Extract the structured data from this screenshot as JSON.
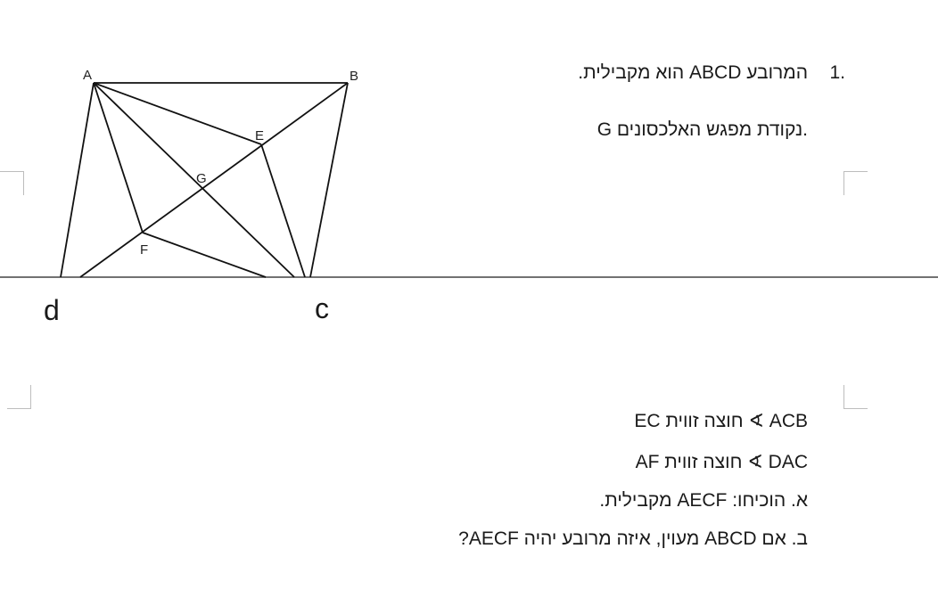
{
  "figure": {
    "labels": {
      "A": "A",
      "B": "B",
      "E": "E",
      "G": "G",
      "F": "F"
    },
    "baseline_labels": {
      "d": "d",
      "c": "c"
    }
  },
  "question": {
    "number": "1.",
    "line1": "המרובע ABCD הוא מקבילית.",
    "line2": "G נקודת מפגש האלכסונים.",
    "given1": "EC חוצה זווית ∢ ACB",
    "given2": "AF חוצה זווית ∢ DAC",
    "part_a": "א.  הוכיחו: AECF מקבילית.",
    "part_b": "ב.  אם ABCD מעוין, איזה מרובע יהיה AECF?"
  },
  "colors": {
    "ink": "#1a1a1a",
    "corner_marks": "#bdbdbd",
    "baseline": "#444444"
  }
}
